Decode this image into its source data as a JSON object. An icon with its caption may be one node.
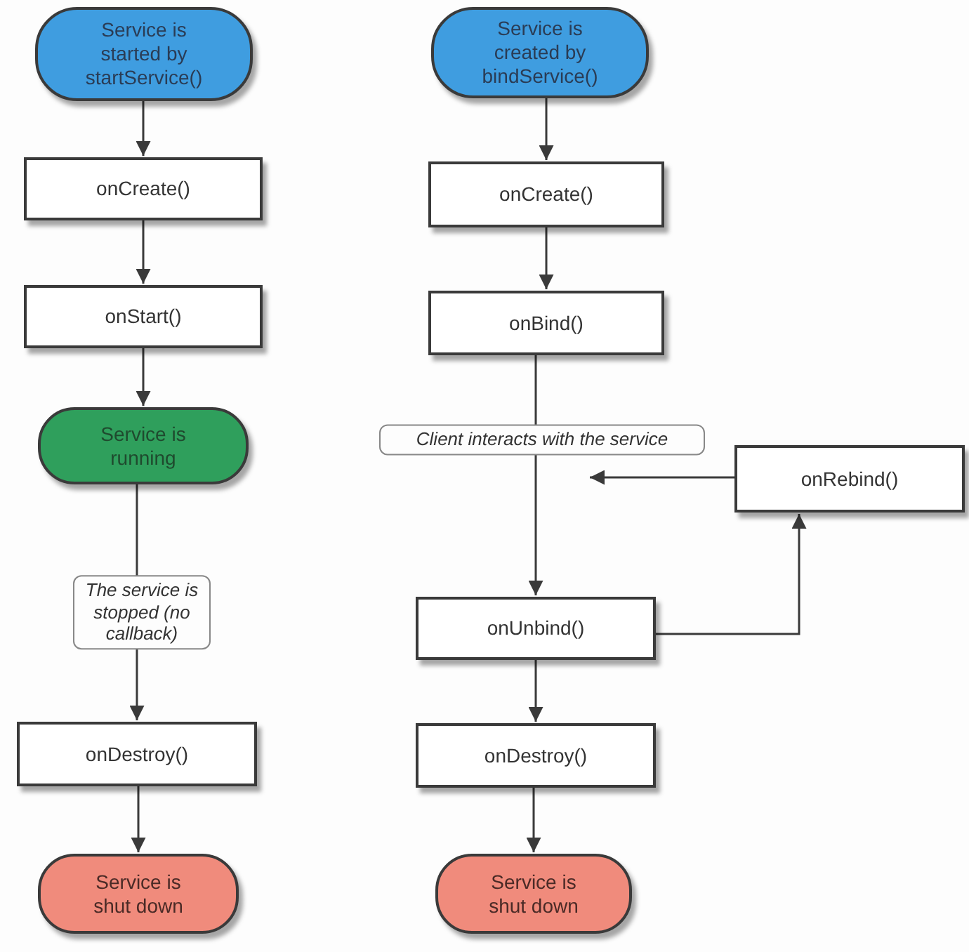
{
  "diagram": {
    "nodes": [
      {
        "text": [
          "Service is started by startService()"
        ]
      },
      {
        "text": [
          "onCreate()"
        ]
      },
      {
        "text": [
          "onStart()"
        ]
      },
      {
        "text": [
          "Service is running"
        ]
      },
      {
        "text": [
          "onDestroy()"
        ]
      },
      {
        "text": [
          "Service is shut down"
        ]
      },
      {
        "text": [
          "Service is created by bindService()"
        ]
      },
      {
        "text": [
          "onCreate()"
        ]
      },
      {
        "text": [
          "onBind()"
        ]
      },
      {
        "text": [
          "onRebind()"
        ]
      },
      {
        "text": [
          "onUnbind()"
        ]
      },
      {
        "text": [
          "onDestroy()"
        ]
      },
      {
        "text": [
          "Service is shut down"
        ]
      }
    ],
    "edges": [
      {
        "from": 0,
        "to": 1,
        "arrow": "to"
      },
      {
        "from": 1,
        "to": 2,
        "arrow": "to"
      },
      {
        "from": 2,
        "to": 3,
        "arrow": "to"
      },
      {
        "from": 3,
        "to": 4,
        "arrow": "to",
        "label": "The service is stopped (no callback)"
      },
      {
        "from": 4,
        "to": 5,
        "arrow": "to"
      },
      {
        "from": 6,
        "to": 7,
        "arrow": "to"
      },
      {
        "from": 7,
        "to": 8,
        "arrow": "to"
      },
      {
        "from": 8,
        "to": 10,
        "arrow": "to",
        "label": "Client interacts with the service"
      },
      {
        "from": 10,
        "to": 11,
        "arrow": "to"
      },
      {
        "from": 11,
        "to": 12,
        "arrow": "to"
      },
      {
        "from": 10,
        "to": 9,
        "arrow": "to"
      },
      {
        "from": 9,
        "to": null,
        "arrow": "to"
      }
    ]
  }
}
